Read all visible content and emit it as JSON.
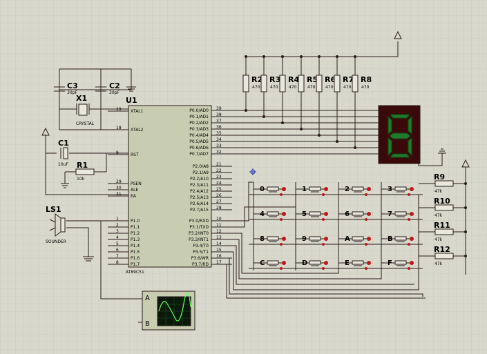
{
  "chip": {
    "ref": "U1",
    "part": "AT89C51",
    "left_pins": [
      {
        "name": "XTAL1",
        "num": "19"
      },
      {
        "name": "XTAL2",
        "num": "18"
      },
      {
        "name": "RST",
        "num": "9"
      },
      {
        "name": "PSEN",
        "num": "29"
      },
      {
        "name": "ALE",
        "num": "30"
      },
      {
        "name": "EA",
        "num": "31"
      },
      {
        "name": "P1.0",
        "num": "1"
      },
      {
        "name": "P1.1",
        "num": "2"
      },
      {
        "name": "P1.2",
        "num": "3"
      },
      {
        "name": "P1.3",
        "num": "4"
      },
      {
        "name": "P1.4",
        "num": "5"
      },
      {
        "name": "P1.5",
        "num": "6"
      },
      {
        "name": "P1.6",
        "num": "7"
      },
      {
        "name": "P1.7",
        "num": "8"
      }
    ],
    "right_pins": [
      {
        "name": "P0.0/AD0",
        "num": "39"
      },
      {
        "name": "P0.1/AD1",
        "num": "38"
      },
      {
        "name": "P0.2/AD2",
        "num": "37"
      },
      {
        "name": "P0.3/AD3",
        "num": "36"
      },
      {
        "name": "P0.4/AD4",
        "num": "35"
      },
      {
        "name": "P0.5/AD5",
        "num": "34"
      },
      {
        "name": "P0.6/AD6",
        "num": "33"
      },
      {
        "name": "P0.7/AD7",
        "num": "32"
      },
      {
        "name": "P2.0/A8",
        "num": "21"
      },
      {
        "name": "P2.1/A9",
        "num": "22"
      },
      {
        "name": "P2.2/A10",
        "num": "23"
      },
      {
        "name": "P2.3/A11",
        "num": "24"
      },
      {
        "name": "P2.4/A12",
        "num": "25"
      },
      {
        "name": "P2.5/A13",
        "num": "26"
      },
      {
        "name": "P2.6/A14",
        "num": "27"
      },
      {
        "name": "P2.7/A15",
        "num": "28"
      },
      {
        "name": "P3.0/RXD",
        "num": "10"
      },
      {
        "name": "P3.1/TXD",
        "num": "11"
      },
      {
        "name": "P3.2/INT0",
        "num": "12"
      },
      {
        "name": "P3.3/INT1",
        "num": "13"
      },
      {
        "name": "P3.4/T0",
        "num": "14"
      },
      {
        "name": "P3.5/T1",
        "num": "15"
      },
      {
        "name": "P3.6/WR",
        "num": "16"
      },
      {
        "name": "P3.7/RD",
        "num": "17"
      }
    ]
  },
  "pullups": [
    {
      "ref": "R2",
      "value": "470"
    },
    {
      "ref": "R3",
      "value": "470"
    },
    {
      "ref": "R4",
      "value": "470"
    },
    {
      "ref": "R5",
      "value": "470"
    },
    {
      "ref": "R6",
      "value": "470"
    },
    {
      "ref": "R7",
      "value": "470"
    },
    {
      "ref": "R8",
      "value": "470"
    }
  ],
  "row_resistors": [
    {
      "ref": "R9",
      "value": "47k"
    },
    {
      "ref": "R10",
      "value": "47k"
    },
    {
      "ref": "R11",
      "value": "47k"
    },
    {
      "ref": "R12",
      "value": "47k"
    }
  ],
  "crystal": {
    "ref": "X1",
    "label": "CRYSTAL"
  },
  "cap_c3": {
    "ref": "C3",
    "value": "30pF"
  },
  "cap_c2": {
    "ref": "C2",
    "value": "30pF"
  },
  "cap_c1": {
    "ref": "C1",
    "value": "10uF"
  },
  "res_r1": {
    "ref": "R1",
    "value": "10k"
  },
  "speaker": {
    "ref": "LS1",
    "label": "SOUNDER"
  },
  "scope": {
    "ch_a": "A",
    "ch_b": "B"
  },
  "keys": [
    [
      "0",
      "1",
      "2",
      "3"
    ],
    [
      "4",
      "5",
      "6",
      "7"
    ],
    [
      "8",
      "9",
      "A",
      "B"
    ],
    [
      "C",
      "D",
      "E",
      "F"
    ]
  ],
  "display_digit": "8",
  "colors": {
    "wire": "#2a1a1a",
    "chip": "#c8ccb0",
    "display_bg": "#3a0a0a",
    "segment": "#1f7a2a",
    "grid": "#c6c6b6",
    "background": "#d8d8cc"
  }
}
